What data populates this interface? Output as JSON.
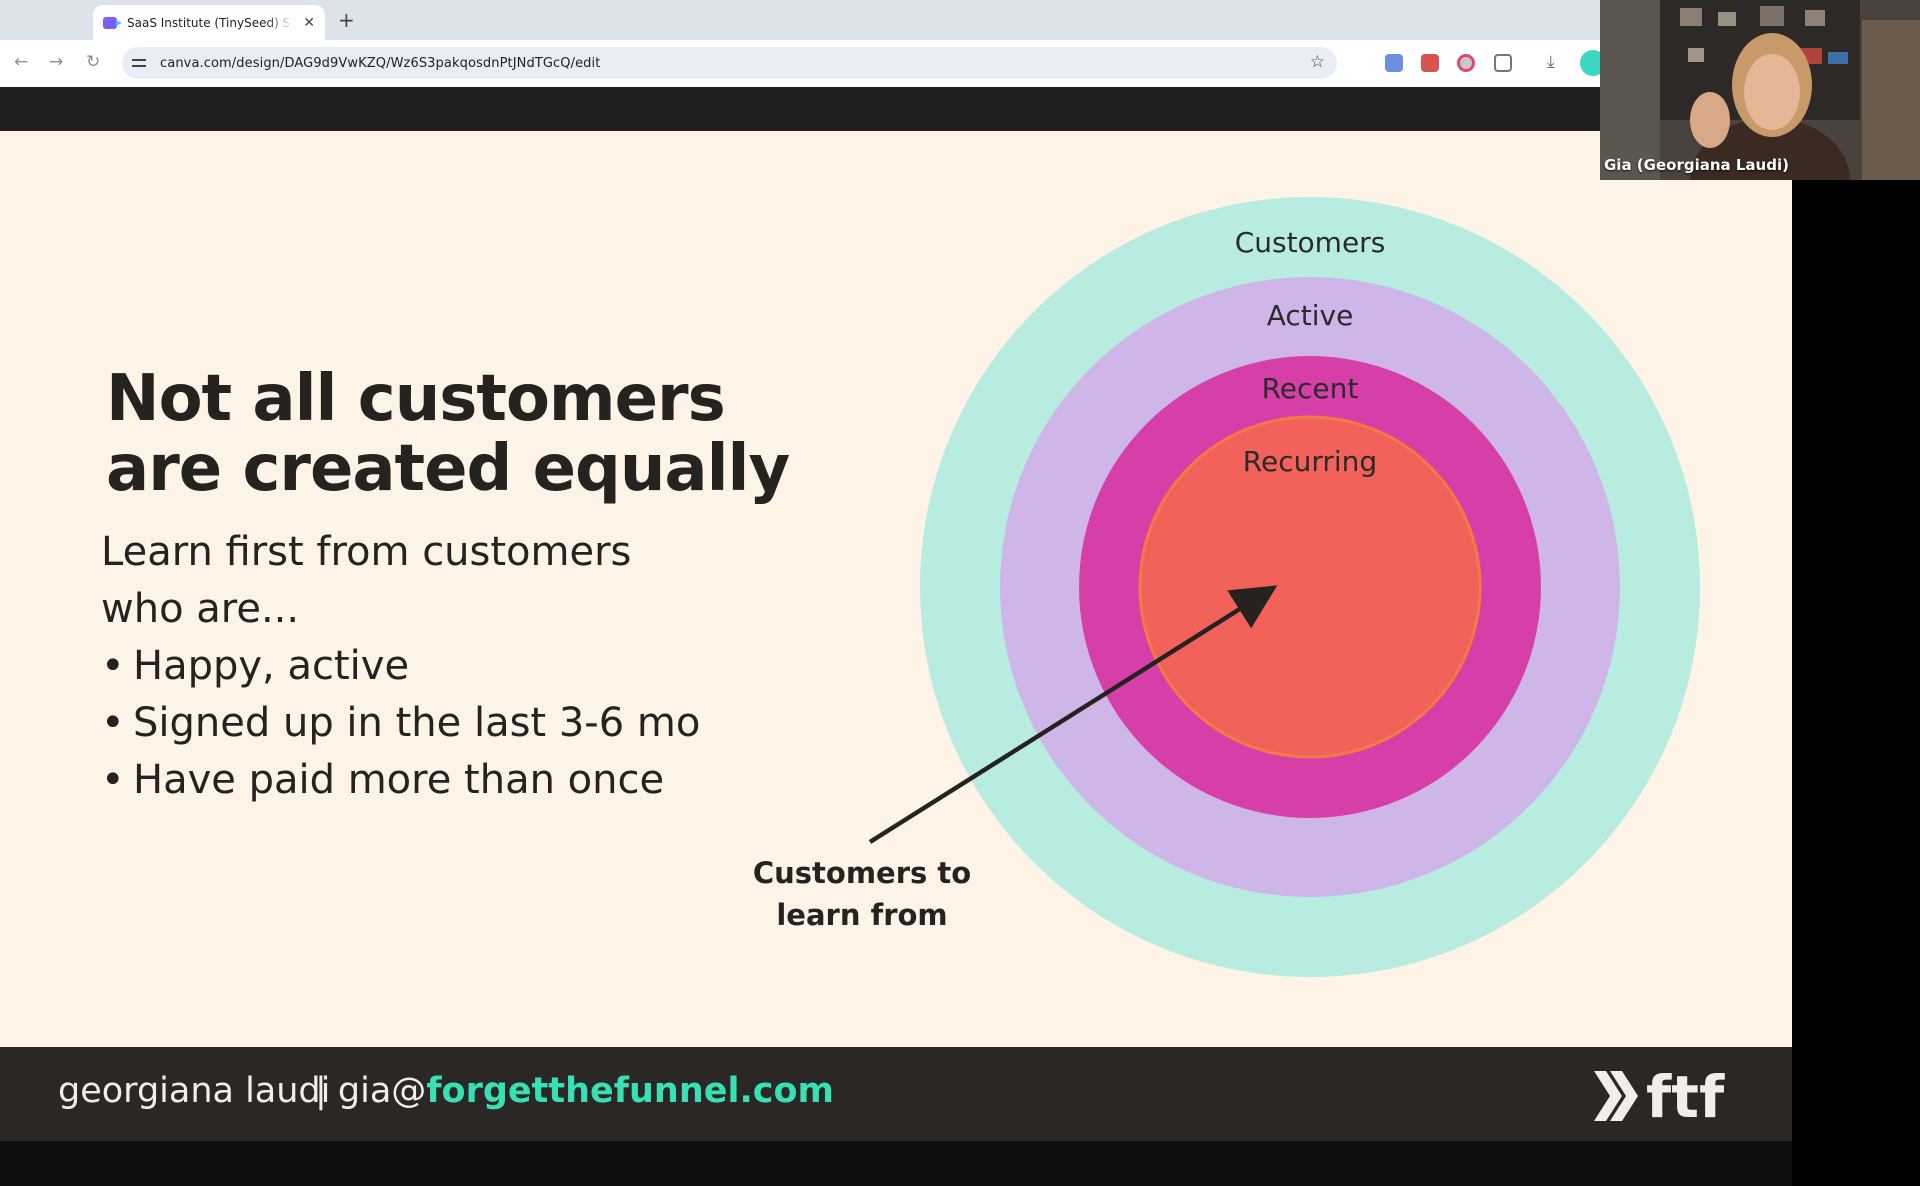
{
  "browser": {
    "tab_title": "SaaS Institute (TinySeed) Se",
    "tab_close": "✕",
    "new_tab": "+",
    "url": "canva.com/design/DAG9d9VwKZQ/Wz6S3pakqosdnPtJNdTGcQ/edit"
  },
  "slide": {
    "headline_line1": "Not all customers",
    "headline_line2": "are created equally",
    "intro": "Learn first from customers who are...",
    "bullets": [
      "Happy, active",
      "Signed up in the last 3-6 mo",
      "Have paid more than once"
    ],
    "rings": {
      "outer": "Customers",
      "second": "Active",
      "third": "Recent",
      "inner": "Recurring"
    },
    "callout_line1": "Customers to",
    "callout_line2": "learn from",
    "colors": {
      "background": "#fdf3e6",
      "customers": "#b8ece0",
      "active": "#cfb6e8",
      "recent": "#d63fa8",
      "recurring": "#f2625a",
      "accent": "#37e0b5"
    }
  },
  "footer": {
    "name": "georgiana laudi",
    "email_prefix": "| gia@",
    "email_domain": "forgetthefunnel.com",
    "logo_text": "ftf"
  },
  "video": {
    "participant_name": "Gia (Georgiana Laudi)"
  }
}
